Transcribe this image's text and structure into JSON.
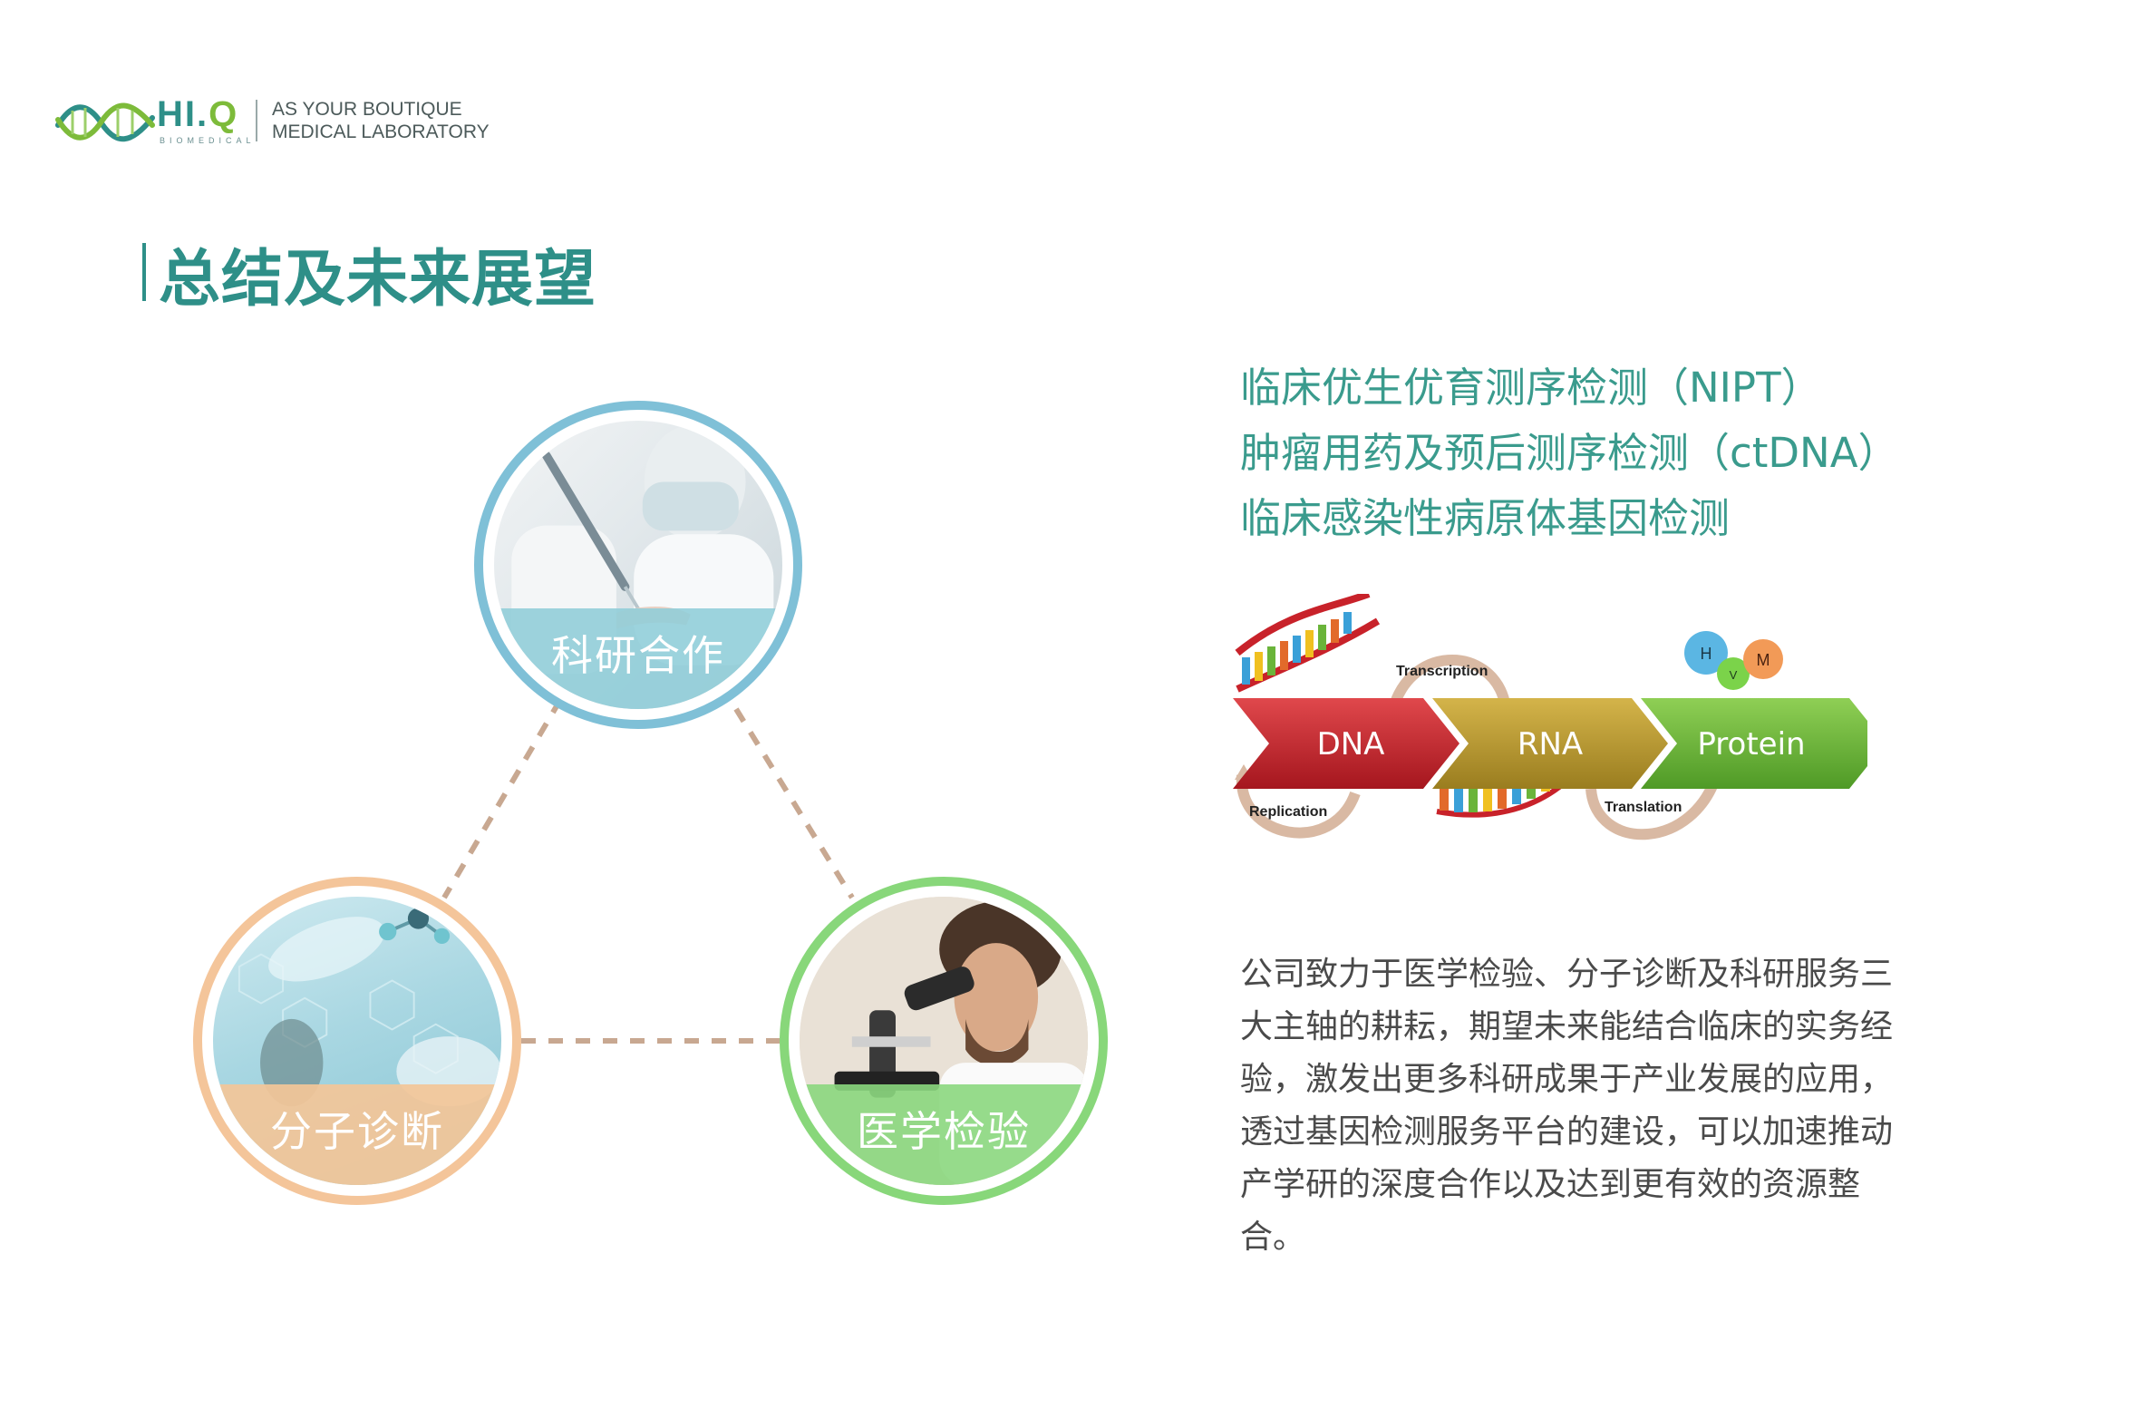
{
  "header": {
    "logo_text_main": "HI.",
    "logo_text_q": "Q",
    "logo_subtext": "BIOMEDICAL",
    "tagline_line1": "AS YOUR BOUTIQUE",
    "tagline_line2": "MEDICAL LABORATORY"
  },
  "title": "总结及未来展望",
  "diagram": {
    "top_label": "科研合作",
    "left_label": "分子诊断",
    "right_label": "医学检验"
  },
  "services": [
    "临床优生优育测序检测（NIPT）",
    "肿瘤用药及预后测序检测（ctDNA）",
    "临床感染性病原体基因检测"
  ],
  "central_dogma": {
    "dna": "DNA",
    "rna": "RNA",
    "protein": "Protein",
    "transcription": "Transcription",
    "translation": "Translation",
    "replication": "Replication",
    "ball_h": "H",
    "ball_m": "M",
    "ball_v": "V"
  },
  "description": "公司致力于医学检验、分子诊断及科研服务三大主轴的耕耘，期望未来能结合临床的实务经验，激发出更多科研成果于产业发展的应用，透过基因检测服务平台的建设，可以加速推动产学研的深度合作以及达到更有效的资源整合。",
  "colors": {
    "brand_teal": "#2e8f88",
    "research_ring": "#7fc0d7",
    "molecular_ring": "#f4c59a",
    "medical_ring": "#88d77a",
    "dna_red": "#c8222a",
    "rna_gold": "#b99a2e",
    "protein_green": "#6ab43a"
  }
}
